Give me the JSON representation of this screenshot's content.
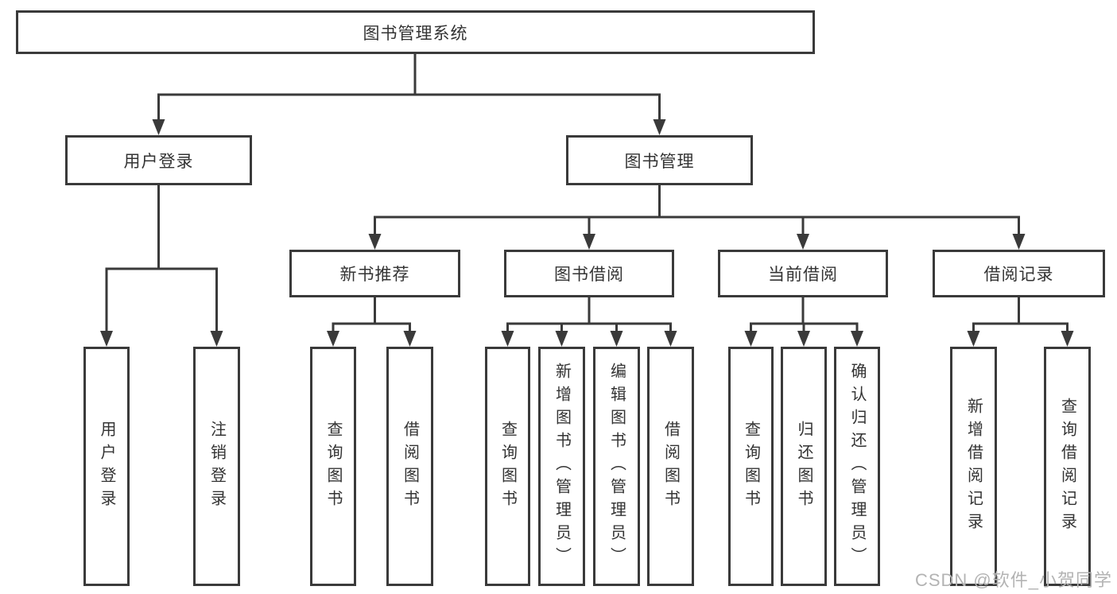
{
  "diagram": {
    "root": "图书管理系统",
    "level1": {
      "user_login": "用户登录",
      "book_management": "图书管理"
    },
    "level2": {
      "new_book_recommend": "新书推荐",
      "book_borrow": "图书借阅",
      "current_borrow": "当前借阅",
      "borrow_records": "借阅记录"
    },
    "leaves": {
      "user_login": [
        "用户登录",
        "注销登录"
      ],
      "new_book_recommend": [
        "查询图书",
        "借阅图书"
      ],
      "book_borrow": [
        "查询图书",
        "新增图书（管理员）",
        "编辑图书（管理员）",
        "借阅图书"
      ],
      "current_borrow": [
        "查询图书",
        "归还图书",
        "确认归还（管理员）"
      ],
      "borrow_records": [
        "新增借阅记录",
        "查询借阅记录"
      ]
    }
  },
  "watermark": {
    "text": "CSDN @软件_小贺同学",
    "color": "#b3b3b3"
  },
  "colors": {
    "line": "#3a3a3a",
    "box_border": "#3a3a3a",
    "text": "#333333",
    "background": "#ffffff"
  }
}
